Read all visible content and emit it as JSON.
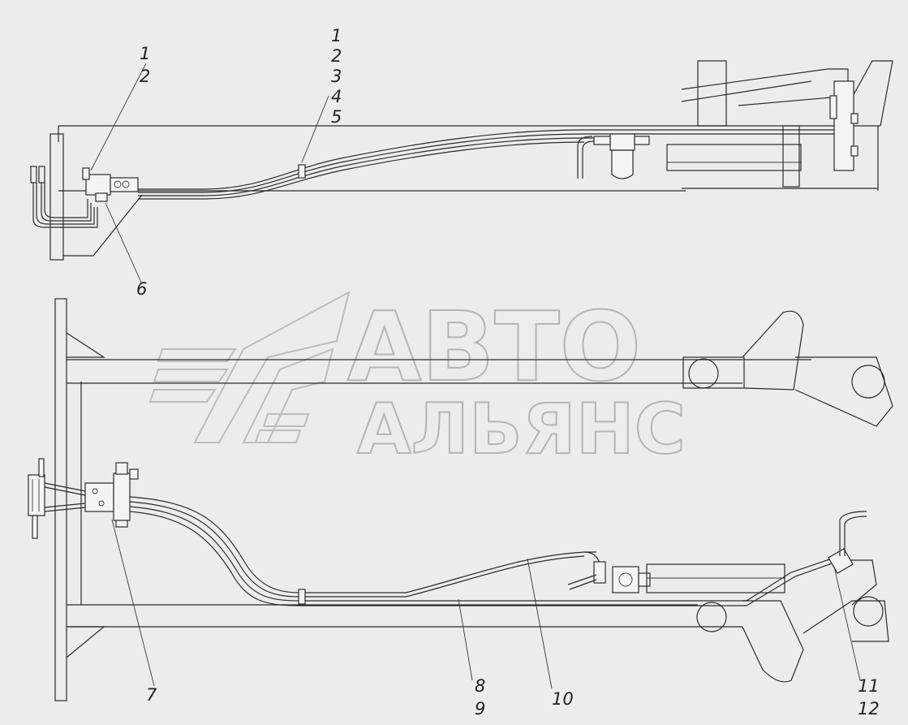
{
  "watermark": {
    "line1": "АВТО",
    "line2": "АЛЬЯНС"
  },
  "callouts_top": [
    "1",
    "2",
    "1",
    "2",
    "3",
    "4",
    "5",
    "6"
  ],
  "callouts_bottom": [
    "7",
    "8",
    "9",
    "10",
    "11",
    "12"
  ]
}
